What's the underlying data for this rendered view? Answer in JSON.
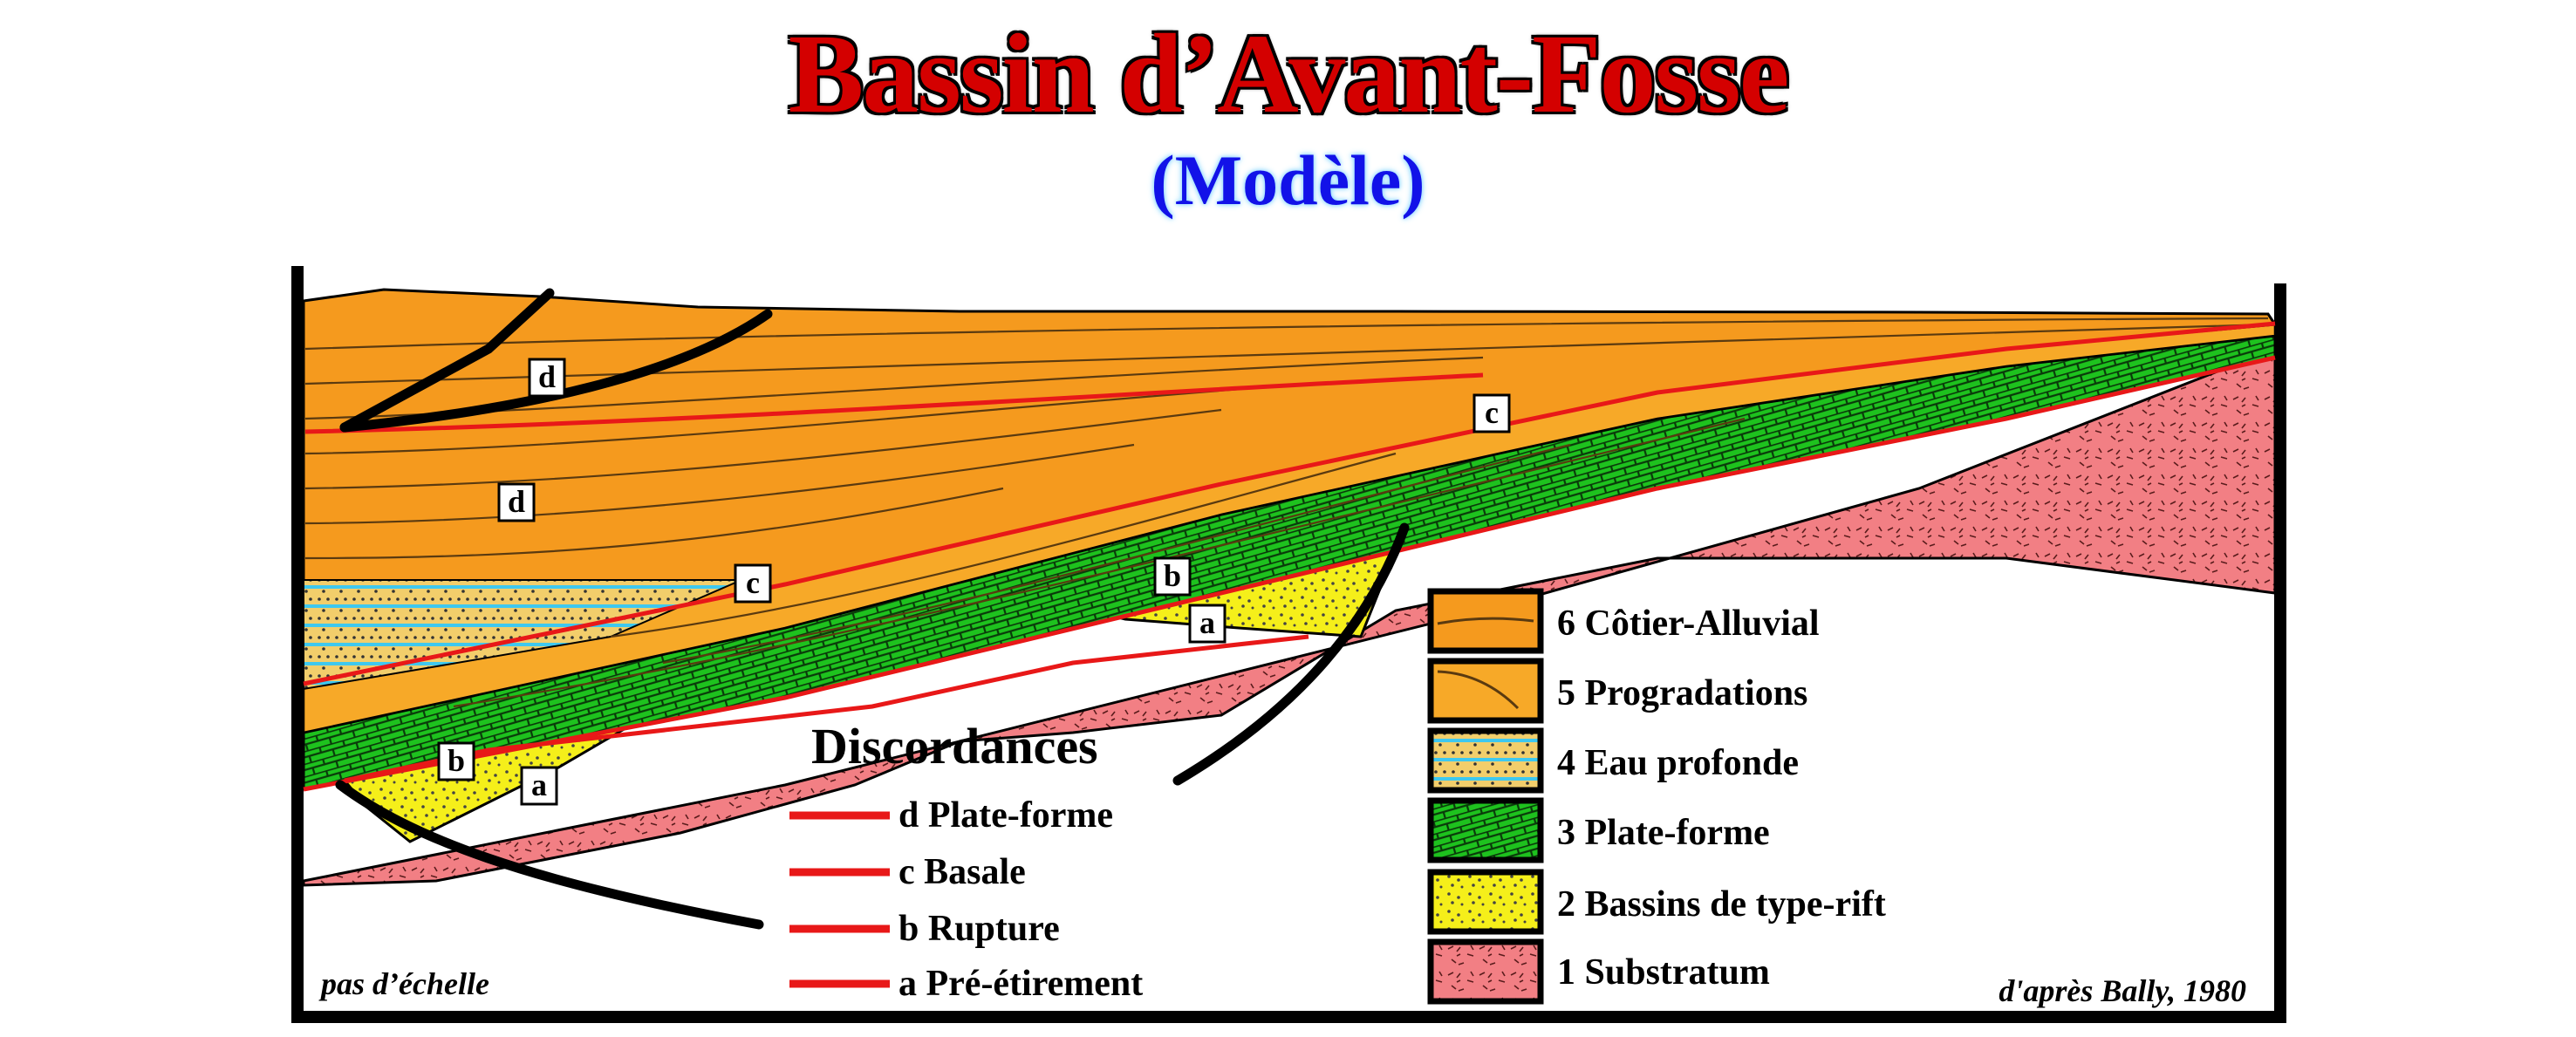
{
  "title": "Bassin d’Avant-Fosse",
  "subtitle": "(Modèle)",
  "scale_note": "pas d’échelle",
  "credit": "d'après Bally, 1980",
  "discordances": {
    "heading": "Discordances",
    "items": [
      {
        "code": "d",
        "label": "d Plate-forme"
      },
      {
        "code": "c",
        "label": "c Basale"
      },
      {
        "code": "b",
        "label": "b Rupture"
      },
      {
        "code": "a",
        "label": "a Pré-étirement"
      }
    ]
  },
  "legend": [
    {
      "id": "6",
      "label": "6 Côtier-Alluvial",
      "color": "#f59a1e"
    },
    {
      "id": "5",
      "label": "5 Progradations",
      "color": "#f7a928"
    },
    {
      "id": "4",
      "label": "4 Eau profonde",
      "color": "#f2ce6b"
    },
    {
      "id": "3",
      "label": "3 Plate-forme",
      "color": "#1ec21e"
    },
    {
      "id": "2",
      "label": "2 Bassins de type-rift",
      "color": "#f5ef1a"
    },
    {
      "id": "1",
      "label": "1 Substratum",
      "color": "#f27f84"
    }
  ],
  "section_tags": {
    "d_upper": "d",
    "d_lower": "d",
    "c_left": "c",
    "c_right": "c",
    "b_left": "b",
    "b_right": "b",
    "a_left": "a",
    "a_right": "a"
  },
  "colors": {
    "substratum": "#f27f84",
    "rift": "#f5ef1a",
    "platform": "#1ec21e",
    "orange": "#f59a1e",
    "deep_water_blue": "#3ec8ef",
    "unconformity_red": "#e81818",
    "title_red": "#d40000",
    "subtitle_blue": "#1212e8"
  }
}
